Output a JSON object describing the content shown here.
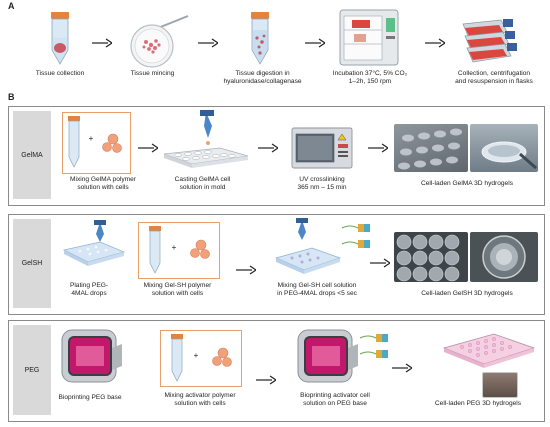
{
  "panel_a": {
    "letter": "A",
    "steps": [
      {
        "label_lines": [
          "Tissue collection"
        ]
      },
      {
        "label_lines": [
          "Tissue mincing"
        ]
      },
      {
        "label_lines": [
          "Tissue digestion in",
          "hyaluronidase/collagenase"
        ]
      },
      {
        "label_lines": [
          "Incubation 37°C, 5% CO₂",
          "1–2h, 150 rpm"
        ]
      },
      {
        "label_lines": [
          "Collection, centrifugation",
          "and resuspension in flasks"
        ]
      }
    ]
  },
  "panel_b": {
    "letter": "B",
    "rows": [
      {
        "tag": "GelMA",
        "steps": [
          {
            "label_lines": [
              "Mixing GelMA polymer",
              "solution with cells"
            ]
          },
          {
            "label_lines": [
              "Casting GelMA cell",
              "solution in mold"
            ]
          },
          {
            "label_lines": [
              "UV crosslinking",
              "365 nm – 15 min"
            ]
          },
          {
            "label_lines": [
              "Cell-laden GelMA 3D hydrogels"
            ]
          }
        ]
      },
      {
        "tag": "GelSH",
        "steps": [
          {
            "label_lines": [
              "Plating PEG-",
              "4MAL drops"
            ]
          },
          {
            "label_lines": [
              "Mixing Gel-SH polymer",
              "solution with cells"
            ]
          },
          {
            "label_lines": [
              "Mixing Gel-SH cell solution",
              "in PEG-4MAL drops <5 sec"
            ]
          },
          {
            "label_lines": [
              "Cell-laden GelSH 3D hydrogels"
            ]
          }
        ]
      },
      {
        "tag": "PEG",
        "steps": [
          {
            "label_lines": [
              "Bioprinting PEG base"
            ]
          },
          {
            "label_lines": [
              "Mixing activator polymer",
              "solution with cells"
            ]
          },
          {
            "label_lines": [
              "Bioprinting activator cell",
              "solution on PEG base"
            ]
          },
          {
            "label_lines": [
              "Cell-laden PEG 3D hydrogels"
            ]
          }
        ]
      }
    ]
  },
  "symbols": {
    "plus": "+"
  },
  "colors": {
    "accent_orange": "#e8a06a",
    "tube_blue": "#cfe3f2",
    "cell_pink": "#f2a07a",
    "printer_magenta": "#c2186b",
    "flask_red": "#d9473f",
    "tray_blue": "#bcd6ee",
    "plate_pink": "#f2b8d4"
  }
}
